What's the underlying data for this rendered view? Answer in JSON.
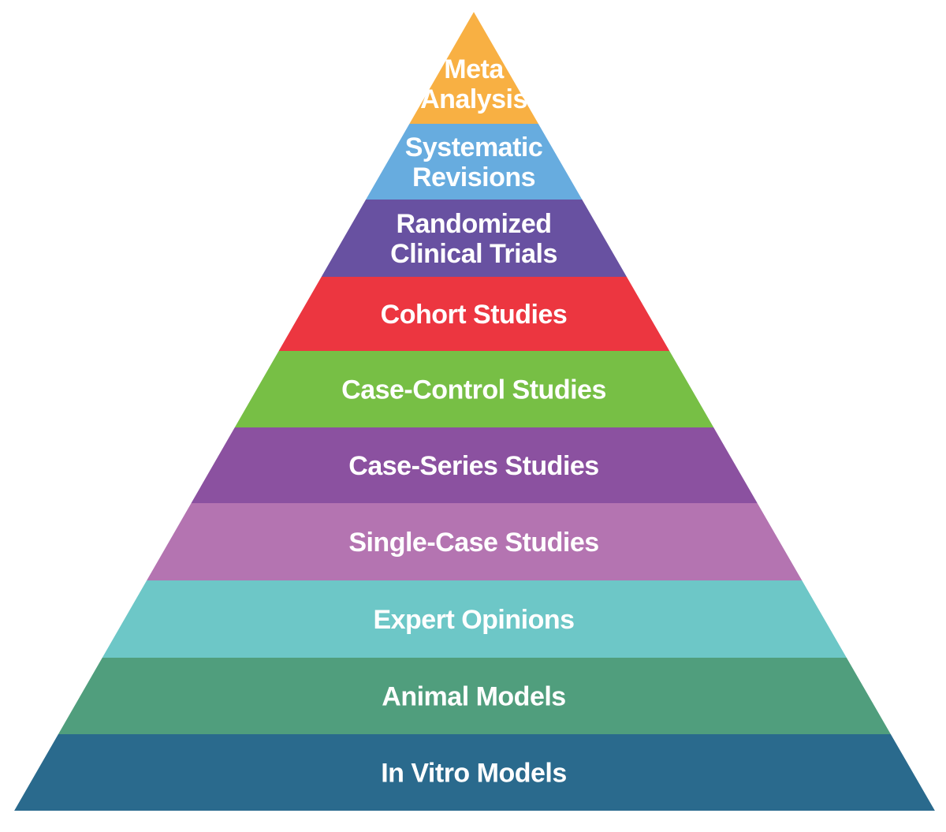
{
  "tiers": [
    {
      "lines": [
        "Meta",
        "Analysis"
      ],
      "color": "#F8B043"
    },
    {
      "lines": [
        "Systematic",
        "Revisions"
      ],
      "color": "#67ACDF"
    },
    {
      "lines": [
        "Randomized",
        "Clinical Trials"
      ],
      "color": "#6851A1"
    },
    {
      "lines": [
        "Cohort Studies"
      ],
      "color": "#EC3640"
    },
    {
      "lines": [
        "Case-Control Studies"
      ],
      "color": "#77BF45"
    },
    {
      "lines": [
        "Case-Series Studies"
      ],
      "color": "#8B51A0"
    },
    {
      "lines": [
        "Single-Case Studies"
      ],
      "color": "#B474B1"
    },
    {
      "lines": [
        "Expert Opinions"
      ],
      "color": "#6DC7C7"
    },
    {
      "lines": [
        "Animal Models"
      ],
      "color": "#509E7D"
    },
    {
      "lines": [
        "In Vitro Models"
      ],
      "color": "#2A6A8D"
    }
  ]
}
